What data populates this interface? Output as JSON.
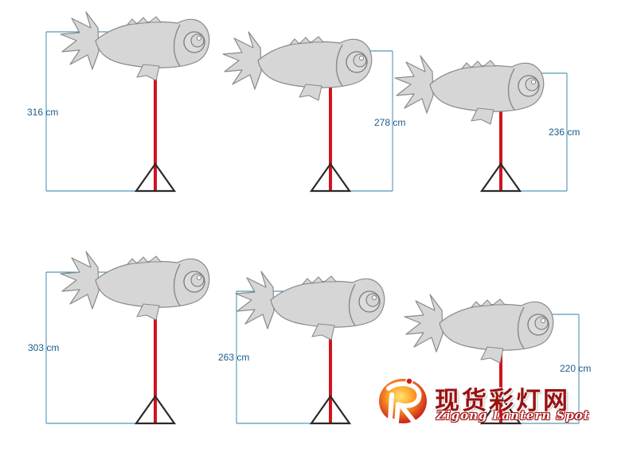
{
  "units": "cm",
  "lanterns": [
    {
      "height_label": "316 cm",
      "height_cm": 316
    },
    {
      "height_label": "278 cm",
      "height_cm": 278
    },
    {
      "height_label": "236 cm",
      "height_cm": 236
    },
    {
      "height_label": "303 cm",
      "height_cm": 303
    },
    {
      "height_label": "263 cm",
      "height_cm": 263
    },
    {
      "height_label": "220 cm",
      "height_cm": 220
    }
  ],
  "watermark": {
    "title": "现货彩灯网",
    "subtitle": "Zigong Lantern Spot"
  },
  "colors": {
    "pole": "#d0141e",
    "stand": "#2a2a2a",
    "fish_fill": "#d6d6d6",
    "fish_stroke": "#8a8a8a",
    "dimension": "#2a7fa8",
    "label": "#1a5c8c"
  }
}
